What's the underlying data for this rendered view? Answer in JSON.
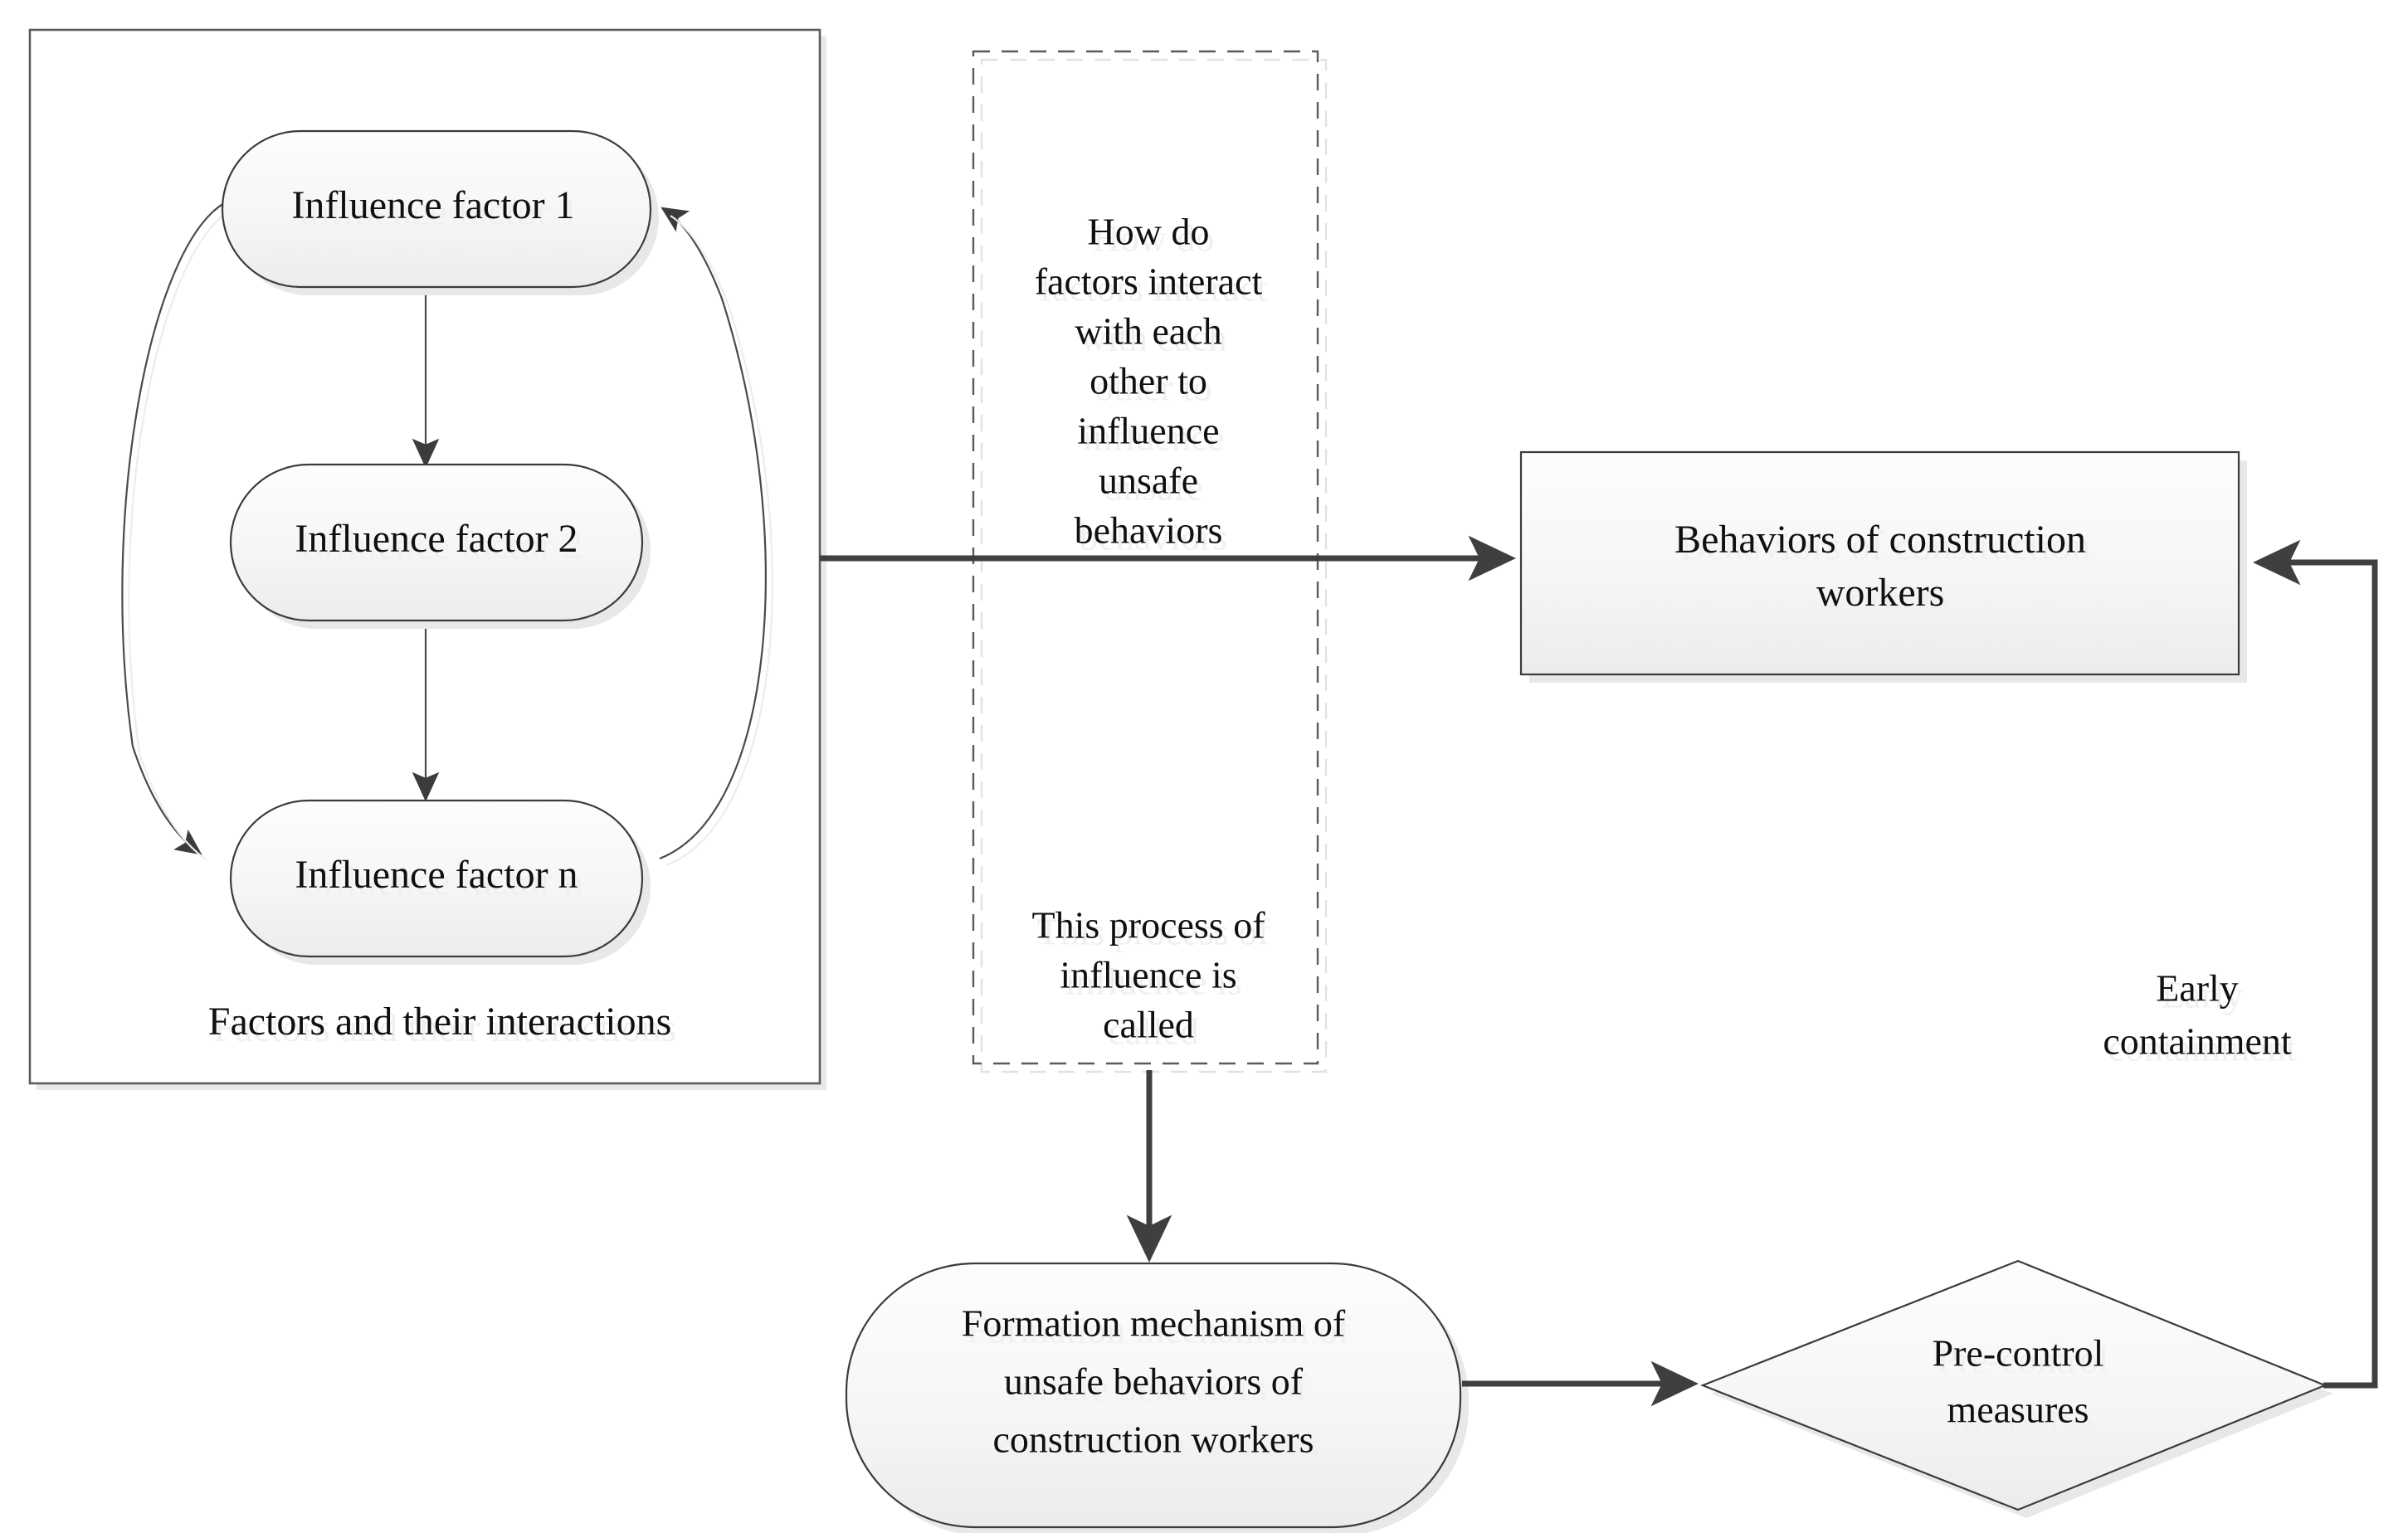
{
  "diagram": {
    "title": "Formation mechanism of unsafe behaviors of construction workers",
    "type": "flow-diagram",
    "background_color": "#ffffff",
    "shape_fill": "#f4f4f4",
    "shape_stroke": "#3b3b3b",
    "connector_color": "#3f3f3f",
    "text_color": "#101010",
    "groups": {
      "factors_group": {
        "caption": "Factors and their interactions",
        "nodes": [
          {
            "id": "factor1",
            "label": "Influence factor 1",
            "shape": "rounded-rectangle"
          },
          {
            "id": "factor2",
            "label": "Influence factor 2",
            "shape": "rounded-rectangle"
          },
          {
            "id": "factorn",
            "label": "Influence factor n",
            "shape": "rounded-rectangle"
          }
        ]
      },
      "question_group": {
        "shape": "dashed-rectangle",
        "top_text": "How do factors interact with each other to influence unsafe behaviors",
        "top_text_lines": [
          "How do",
          "factors interact",
          "with each",
          "other to",
          "influence",
          "unsafe",
          "behaviors"
        ],
        "bottom_text": "This process of influence is called",
        "bottom_text_lines": [
          "This process of",
          "influence is",
          "called"
        ]
      }
    },
    "nodes": [
      {
        "id": "behaviors",
        "label": "Behaviors of construction workers",
        "label_lines": [
          "Behaviors of construction",
          "workers"
        ],
        "shape": "rectangle"
      },
      {
        "id": "mechanism",
        "label": "Formation mechanism of unsafe behaviors of construction workers",
        "label_lines": [
          "Formation mechanism of",
          "unsafe behaviors of",
          "construction workers"
        ],
        "shape": "rounded-rectangle"
      },
      {
        "id": "precontrol",
        "label": "Pre-control measures",
        "label_lines": [
          "Pre-control",
          "measures"
        ],
        "shape": "diamond"
      }
    ],
    "edge_labels": {
      "early_containment": "Early containment",
      "early_containment_lines": [
        "Early",
        "containment"
      ]
    },
    "edges": [
      {
        "from": "factor1",
        "to": "factor2",
        "style": "double-arrow-vertical"
      },
      {
        "from": "factor2",
        "to": "factorn",
        "style": "double-arrow-vertical"
      },
      {
        "from": "factorn",
        "to": "factor1",
        "style": "curved-right"
      },
      {
        "from": "factor1",
        "to": "factorn",
        "style": "curved-left"
      },
      {
        "from": "factors_group",
        "to": "behaviors",
        "style": "straight-arrow-right"
      },
      {
        "from": "question_group",
        "to": "mechanism",
        "style": "straight-arrow-down"
      },
      {
        "from": "mechanism",
        "to": "precontrol",
        "style": "straight-arrow-right"
      },
      {
        "from": "precontrol",
        "to": "behaviors",
        "style": "elbow-arrow-up-left",
        "label": "Early containment"
      }
    ]
  }
}
